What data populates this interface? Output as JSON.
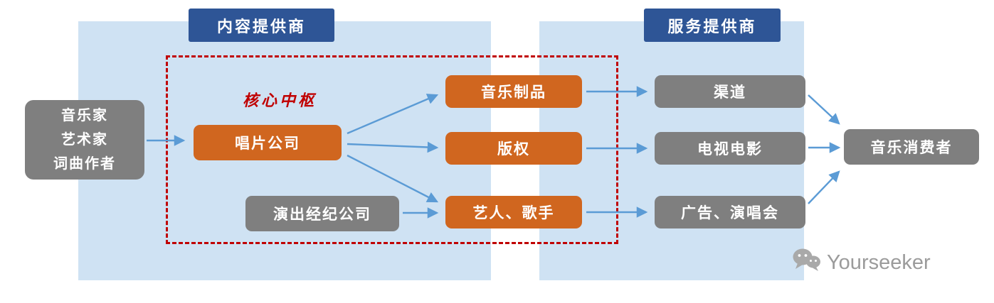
{
  "headers": {
    "content_provider": "内容提供商",
    "service_provider": "服务提供商"
  },
  "labels": {
    "core_hub": "核心中枢"
  },
  "nodes": {
    "creators": {
      "lines": [
        "音乐家",
        "艺术家",
        "词曲作者"
      ]
    },
    "record_company": "唱片公司",
    "agency": "演出经纪公司",
    "music_products": "音乐制品",
    "copyright": "版权",
    "artists": "艺人、歌手",
    "channels": "渠道",
    "tv_film": "电视电影",
    "ads_concerts": "广告、演唱会",
    "consumers": "音乐消费者"
  },
  "watermark": {
    "brand": "Yourseeker",
    "icon": "wechat-icon"
  },
  "colors": {
    "panel_blue": "#cfe2f3",
    "header_blue": "#2e5596",
    "node_orange": "#d0661f",
    "node_gray": "#7f7f7f",
    "core_red": "#c00000",
    "arrow_blue": "#5b9bd5",
    "watermark_gray": "#9b9b9b"
  }
}
